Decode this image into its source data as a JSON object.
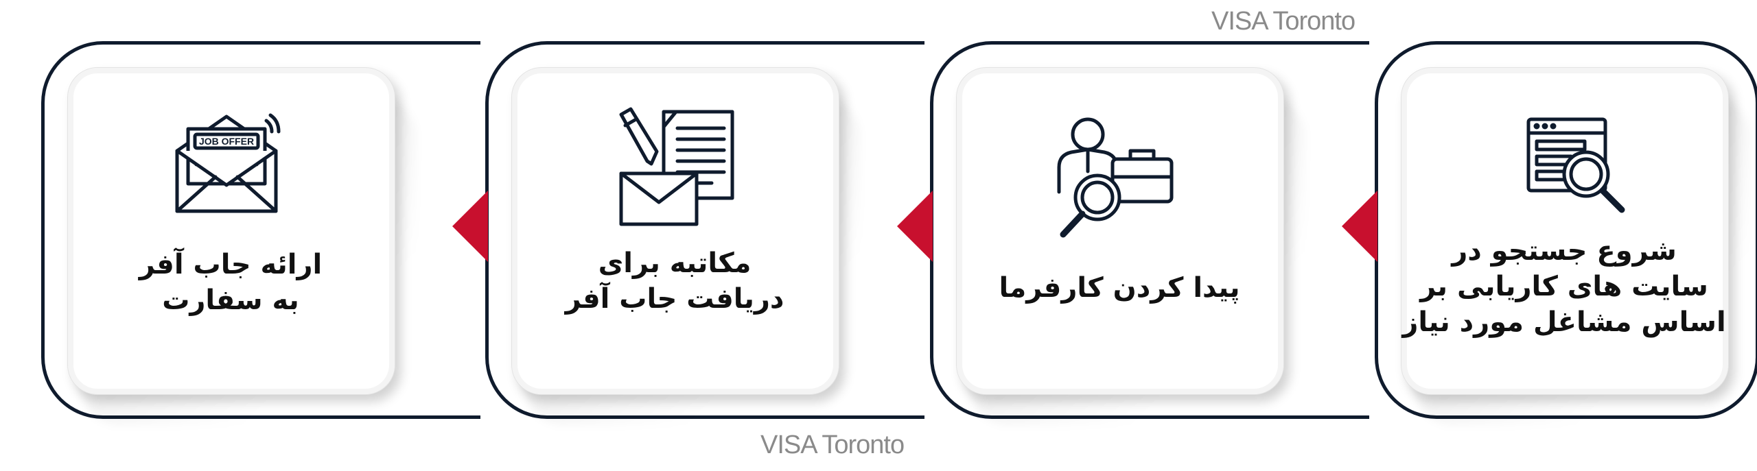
{
  "watermark": "VISA Toronto",
  "steps": [
    {
      "lines": [
        "شروع جستجو در",
        "سایت های کاریابی بر",
        "اساس مشاغل مورد نیاز"
      ],
      "icon": "website-search-icon"
    },
    {
      "lines": [
        "پیدا کردن کارفرما"
      ],
      "icon": "find-employer-icon"
    },
    {
      "lines": [
        "مکاتبه برای",
        "دریافت جاب آفر"
      ],
      "icon": "correspondence-icon"
    },
    {
      "lines": [
        "ارائه جاب آفر",
        "به سفارت"
      ],
      "icon": "job-offer-envelope-icon",
      "icon_text": "JOB OFFER"
    }
  ],
  "colors": {
    "frame": "#0f1b2d",
    "arrow": "#c8102e",
    "watermark": "#8a8a8a"
  }
}
